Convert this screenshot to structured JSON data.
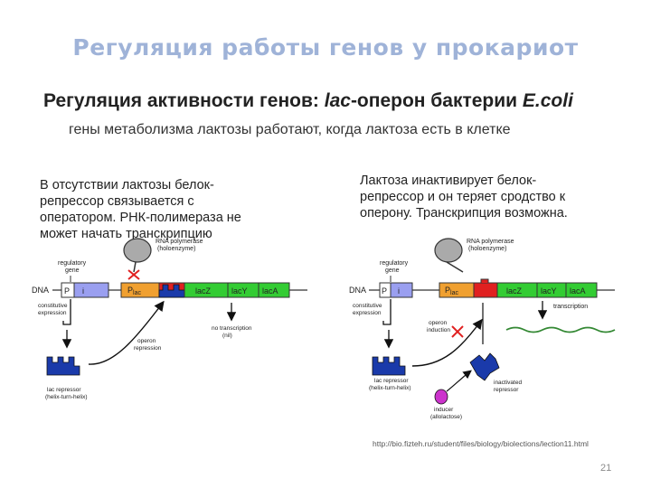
{
  "slide_title": "Регуляция работы генов у прокариот",
  "banner": {
    "prefix": "Регуляция активности генов: ",
    "lac": "lac",
    "middle": "-оперон бактерии ",
    "ecoli": "E.coli"
  },
  "subtitle": "гены метаболизма лактозы работают, когда лактоза есть в клетке",
  "left_panel": {
    "caption": "В отсутствии лактозы белок-\nрепрессор связывается с\nоператором. РНК-полимераза не\nможет начать транскрипцию",
    "rna_pol": "RNA polymerase\n(holoenzyme)",
    "reg_gene": "regulatory\ngene",
    "dna": "DNA",
    "p": "P",
    "i": "i",
    "plac": "P",
    "plac_sub": "lac",
    "lacZ": "lacZ",
    "lacY": "lacY",
    "lacA": "lacA",
    "constitutive": "constitutive\nexpression",
    "operon_repression": "operon\nrepression",
    "no_transcription": "no transcription\n(nil)",
    "repressor": "lac repressor\n(helix-turn-helix)"
  },
  "right_panel": {
    "caption": "Лактоза инактивирует белок-\nрепрессор и он теряет сродство к\nоперону. Транскрипция возможна.",
    "rna_pol": "RNA polymerase\n(holoenzyme)",
    "reg_gene": "regulatory\ngene",
    "dna": "DNA",
    "p": "P",
    "i": "i",
    "plac": "P",
    "plac_sub": "lac",
    "lacZ": "lacZ",
    "lacY": "lacY",
    "lacA": "lacA",
    "constitutive": "constitutive\nexpression",
    "operon_induction": "operon\ninduction",
    "transcription": "transcription",
    "repressor": "lac repressor\n(helix-turn-helix)",
    "inactivated": "inactivated\nrepressor",
    "inducer": "inducer\n(allolactose)"
  },
  "url": "http://bio.fizteh.ru/student/files/biology/biolections/lection11.html",
  "page_number": "21",
  "colors": {
    "title": "#9fb3d8",
    "i_gene": "#9a9ff0",
    "promoter": "#f0a030",
    "operator": "#e02020",
    "lac_genes": "#33cc33",
    "repressor": "#1a3aaa",
    "inducer": "#cc33cc",
    "mrna": "#338833"
  }
}
